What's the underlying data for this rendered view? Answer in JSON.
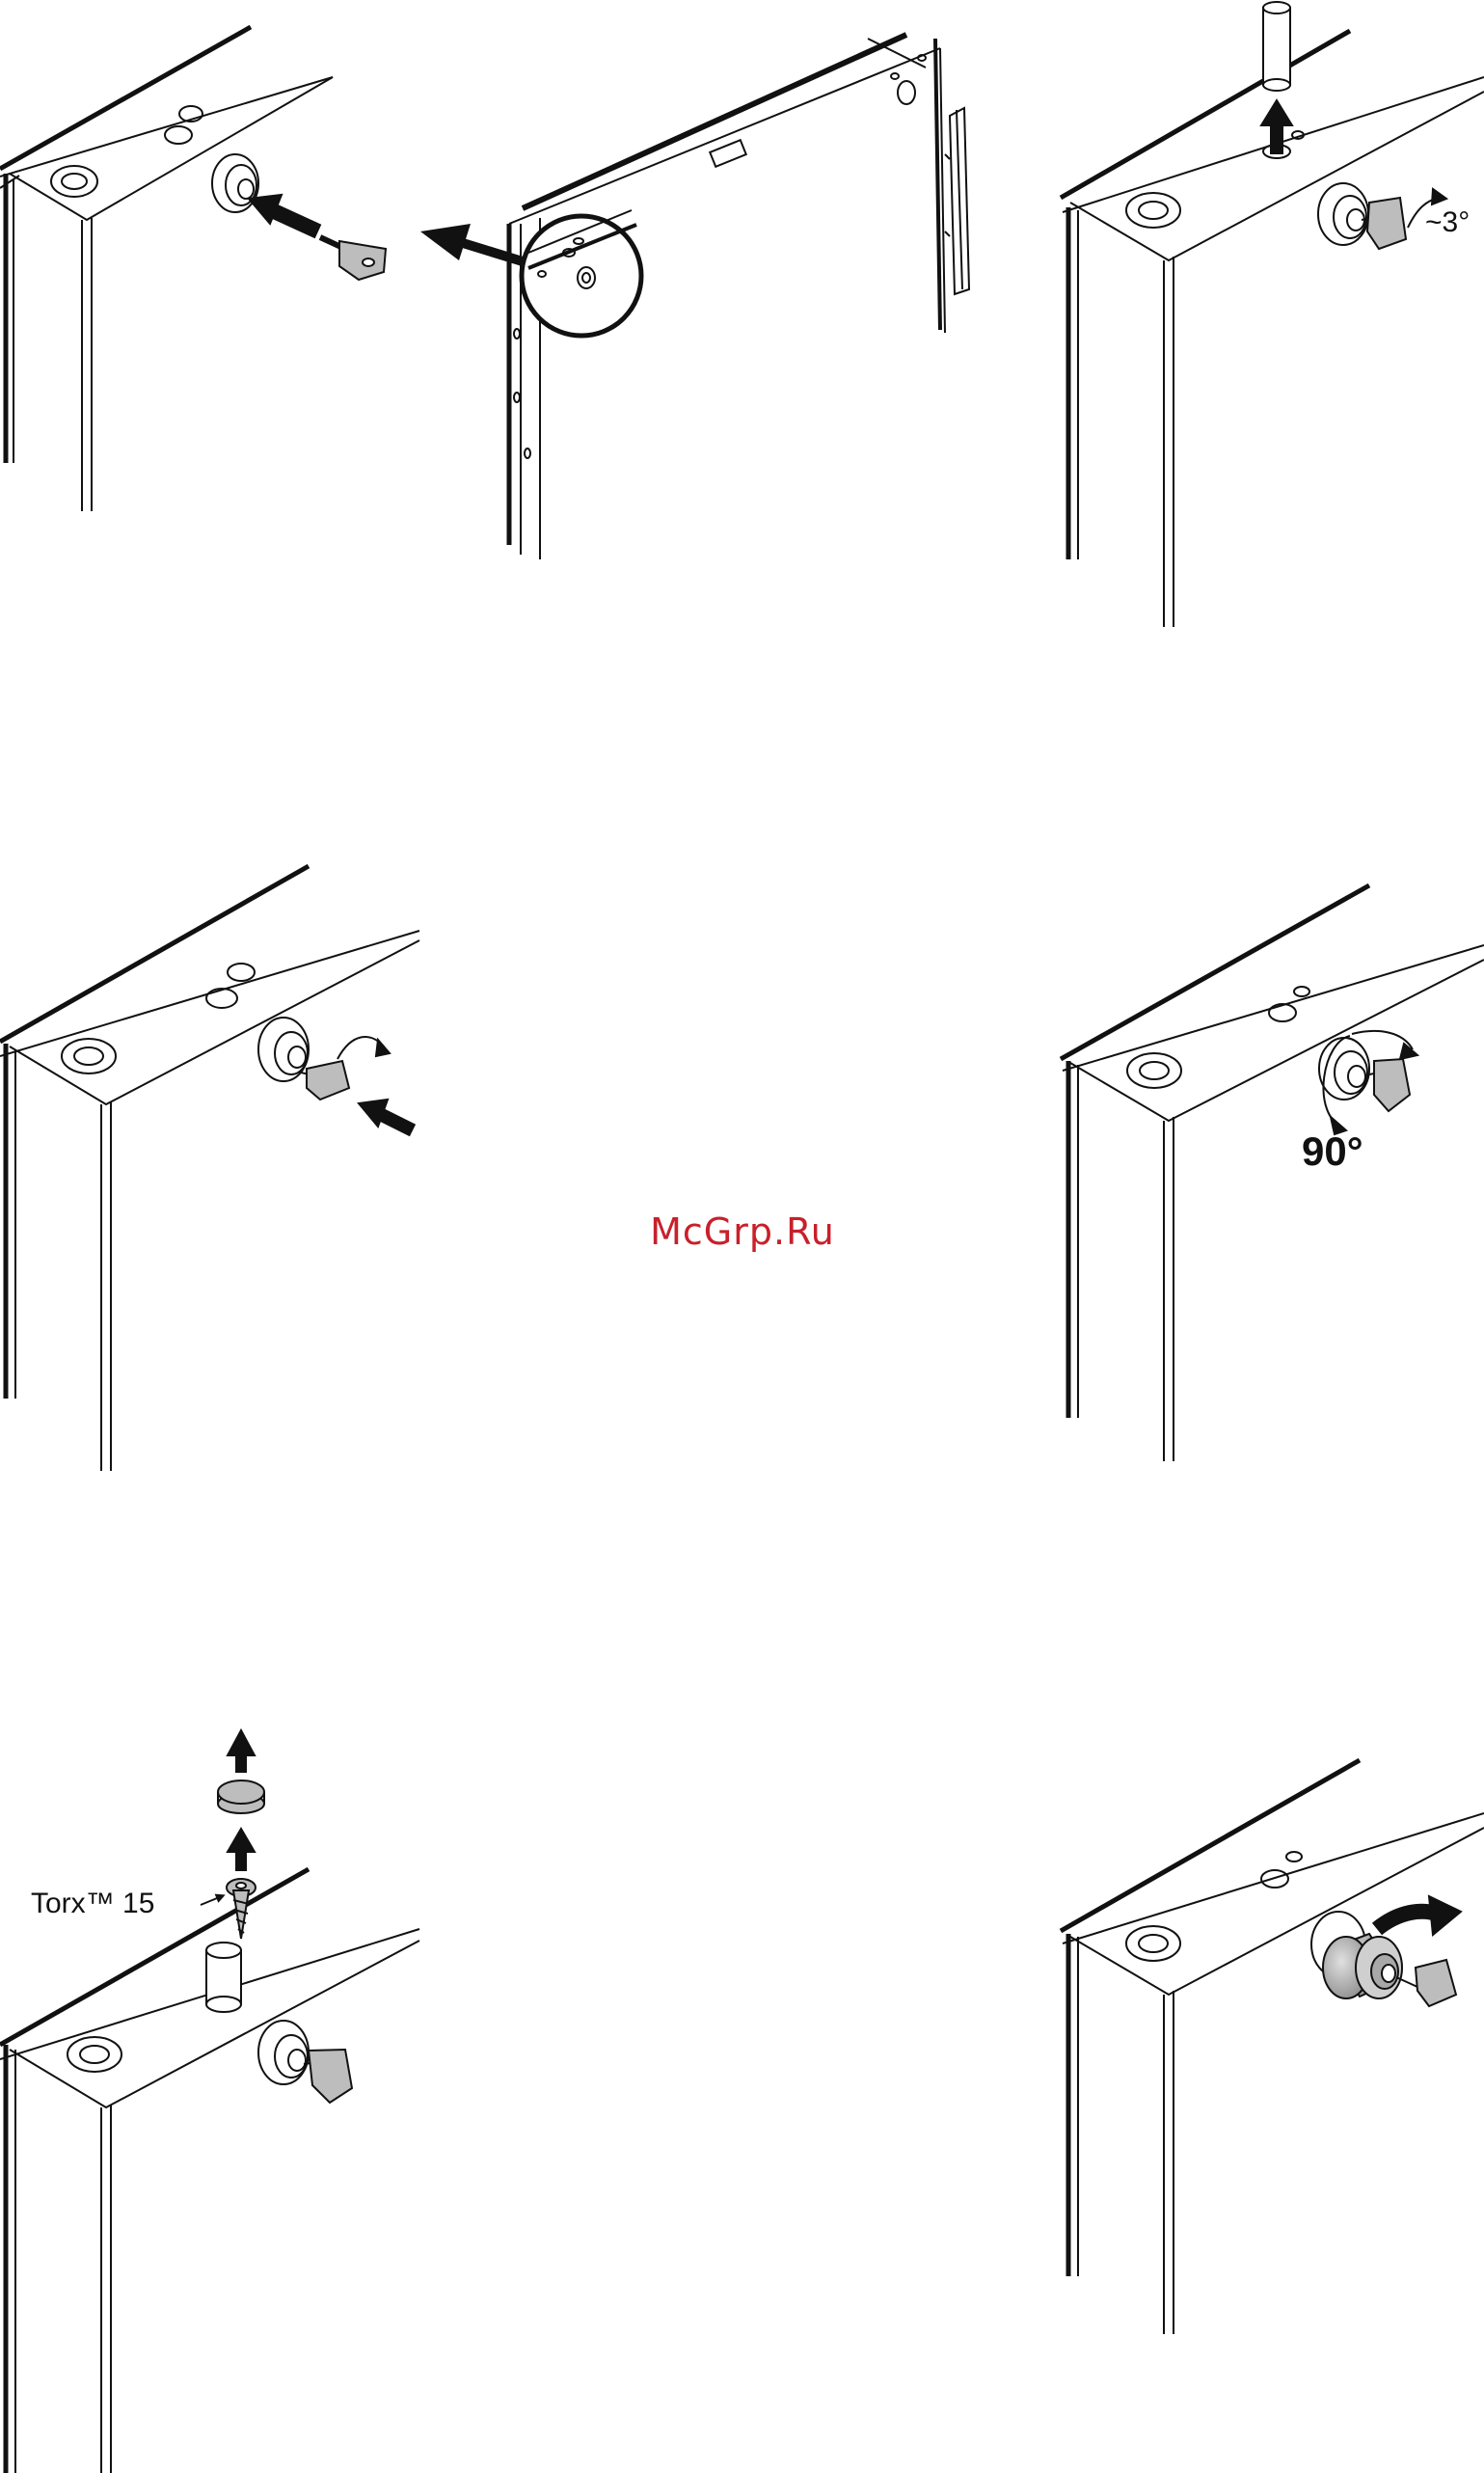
{
  "watermark": "McGrp.Ru",
  "labels": {
    "angle_small": "~3°",
    "angle_large": "90°",
    "screw_spec": "Torx™ 15"
  },
  "colors": {
    "line": "#111111",
    "metal_fill": "#bdbdbd",
    "metal_dark": "#8a8a8a",
    "watermark": "#c8202a"
  },
  "icons": [
    "key-icon",
    "lock-cylinder-icon",
    "arrow-icon",
    "rotation-arrow-icon",
    "pin-icon",
    "screw-icon",
    "cap-icon",
    "magnifier-circle-icon",
    "hinge-icon"
  ]
}
